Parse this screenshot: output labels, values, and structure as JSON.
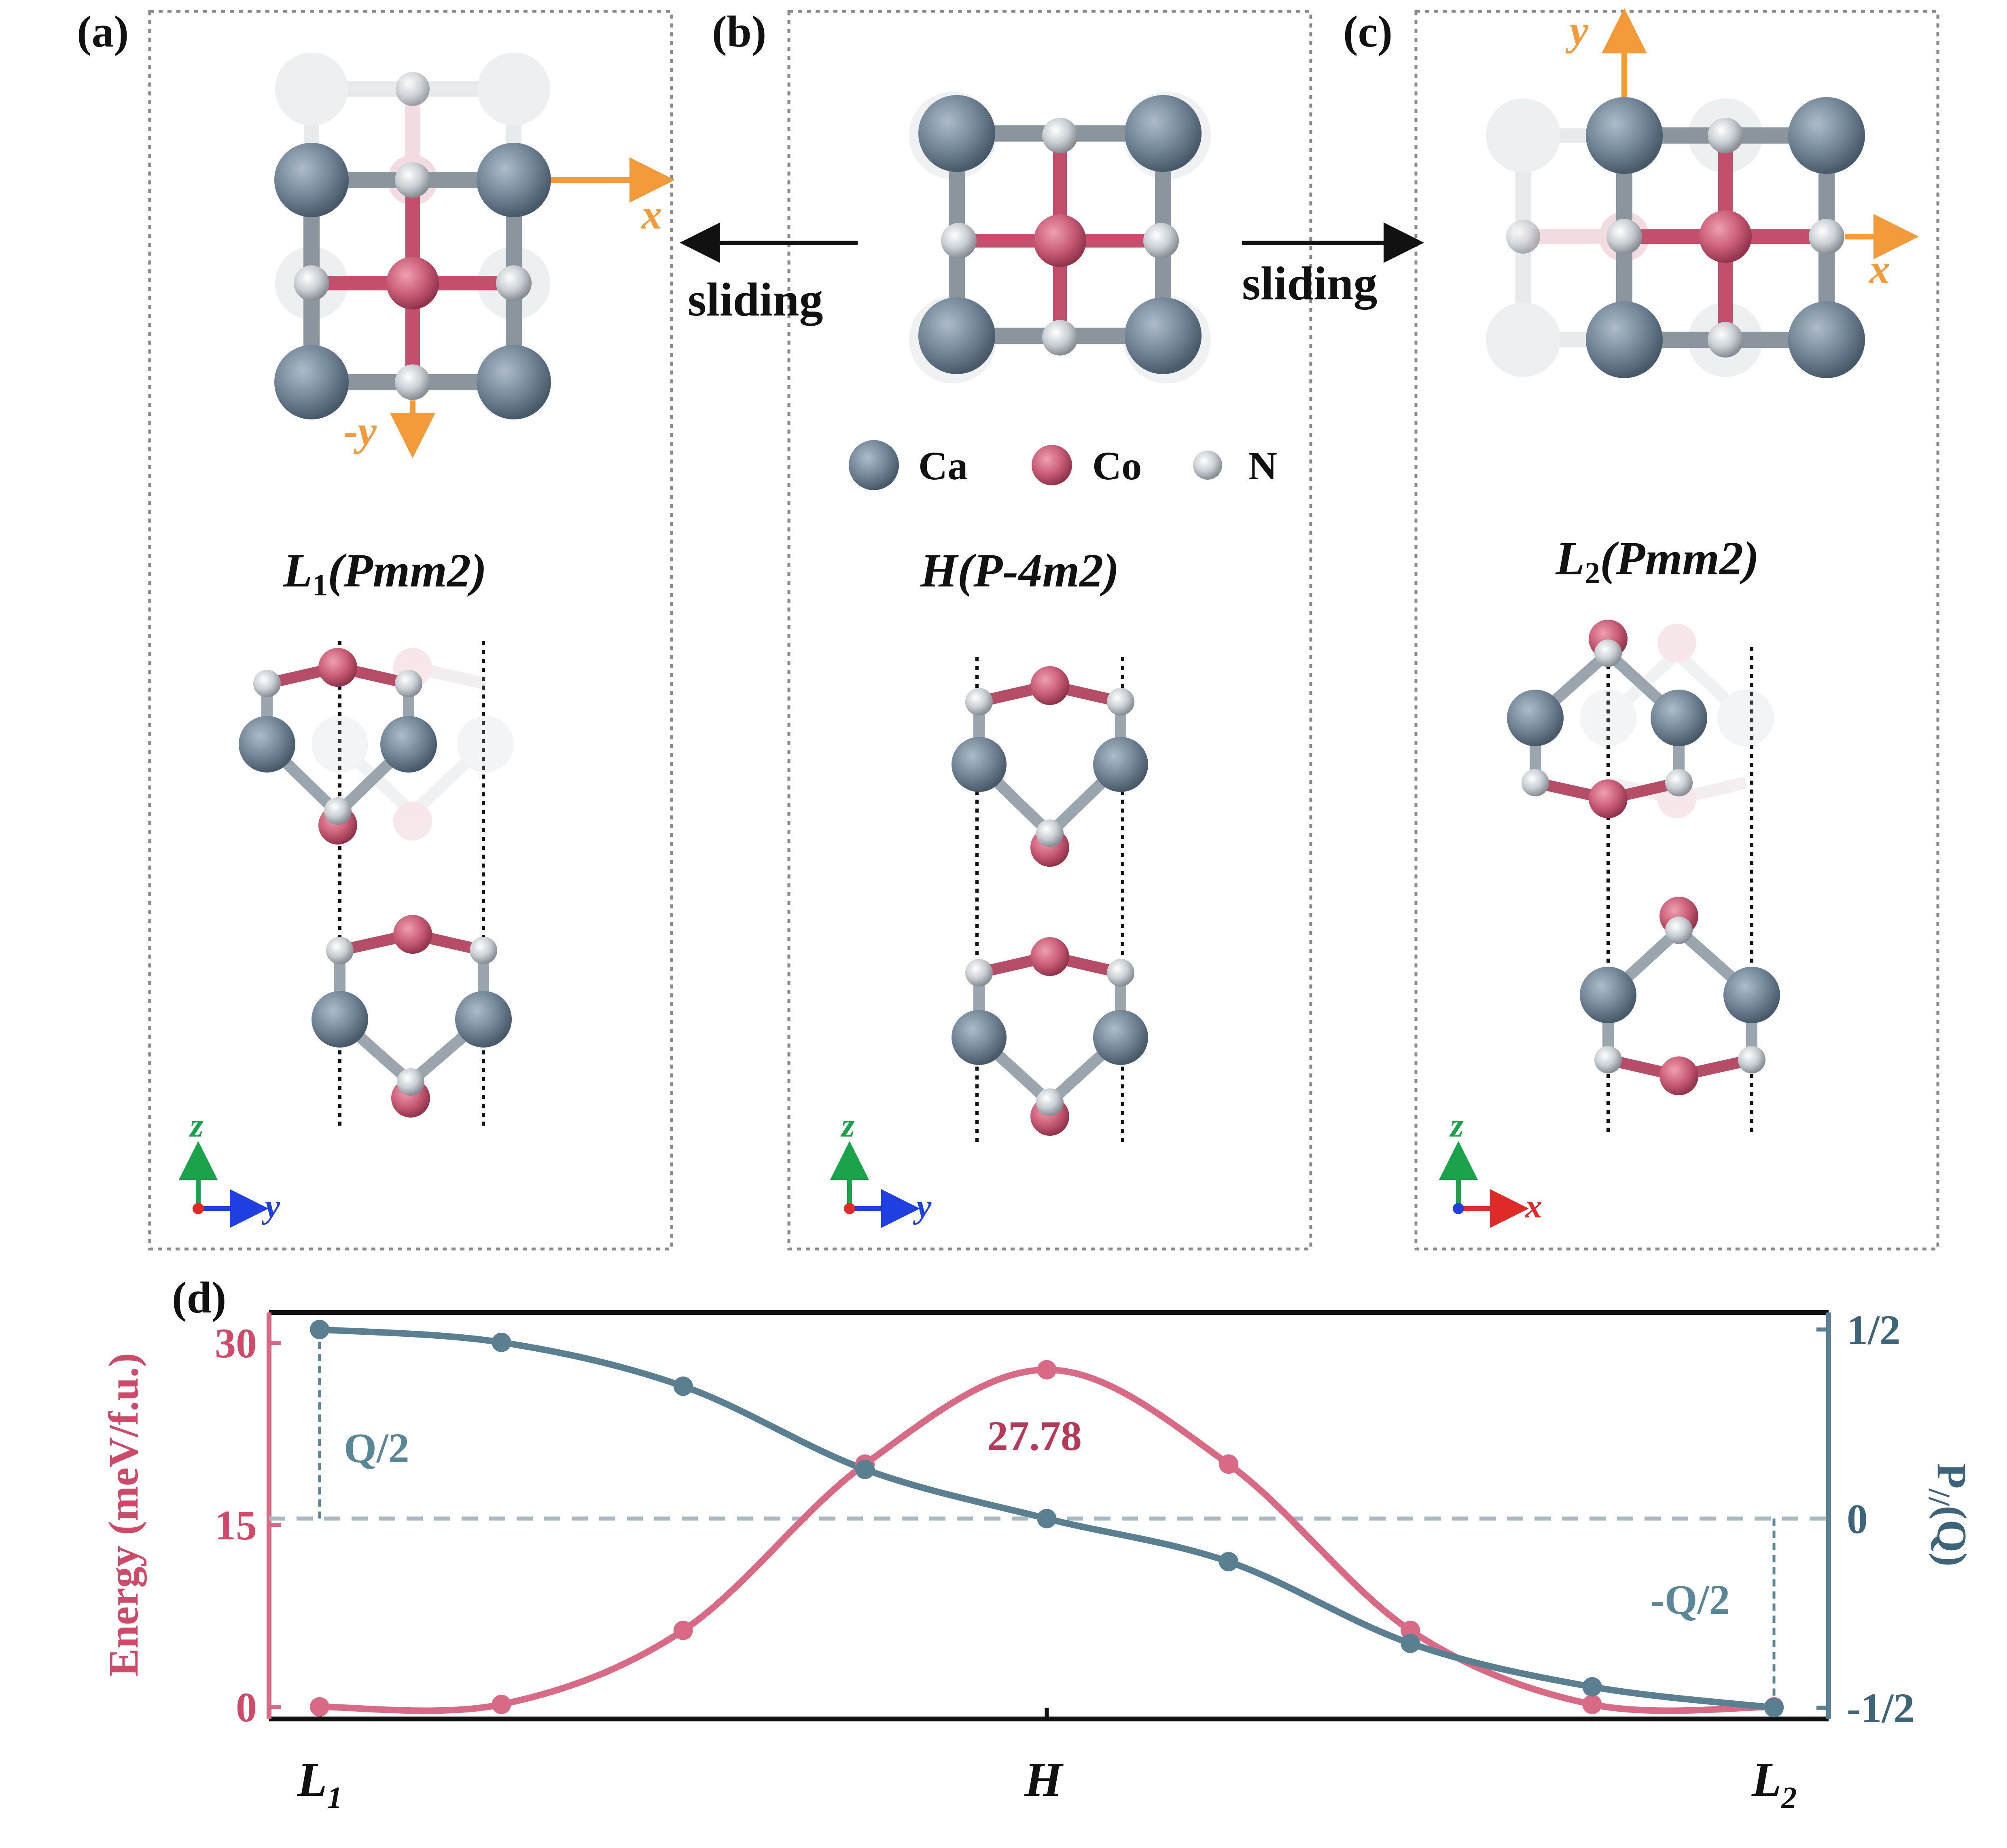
{
  "panels": {
    "a": {
      "label": "(a)",
      "title_main": "L",
      "title_sub": "1",
      "title_rest": "(Pmm2)",
      "axis_x": "x",
      "axis_y": "-y",
      "small_z": "z",
      "small_h": "y"
    },
    "b": {
      "label": "(b)",
      "title": "H(P-4m2)",
      "small_z": "z",
      "small_h": "y"
    },
    "c": {
      "label": "(c)",
      "title_main": "L",
      "title_sub": "2",
      "title_rest": "(Pmm2)",
      "axis_x": "x",
      "axis_y": "y",
      "small_z": "z",
      "small_h": "x"
    },
    "d": {
      "label": "(d)"
    }
  },
  "arrows": {
    "left": "sliding",
    "right": "sliding"
  },
  "legend": [
    {
      "name": "Ca",
      "color": "#7c8f9e"
    },
    {
      "name": "Co",
      "color": "#cf6680"
    },
    {
      "name": "N",
      "color": "#c9cdd0"
    }
  ],
  "colors": {
    "energy": "#d86a86",
    "polarization": "#597f91",
    "ca": "#7c8f9e",
    "co": "#cf6680",
    "n": "#c9cdd0",
    "axis_orange": "#f39a3a"
  },
  "chart_data": {
    "type": "line",
    "x_categories": [
      "L1",
      "",
      "",
      "",
      "H",
      "",
      "",
      "",
      "L2"
    ],
    "x_tick_labels": [
      {
        "main": "L",
        "sub": "1"
      },
      {
        "main": "H",
        "sub": ""
      },
      {
        "main": "L",
        "sub": "2"
      }
    ],
    "left_axis": {
      "label": "Energy (meV/f.u.)",
      "ticks": [
        "0",
        "15",
        "30"
      ],
      "ylim": [
        -1,
        32.5
      ]
    },
    "right_axis": {
      "label": "P//(Q)",
      "ticks": [
        "-1/2",
        "0",
        "1/2"
      ],
      "ylim": [
        -0.53,
        0.545
      ]
    },
    "series": [
      {
        "name": "Energy",
        "axis": "left",
        "values": [
          0.0,
          0.2,
          6.3,
          20.0,
          27.78,
          20.0,
          6.3,
          0.2,
          0.0
        ]
      },
      {
        "name": "P//",
        "axis": "right",
        "values": [
          0.5,
          0.466,
          0.35,
          0.13,
          0.0,
          -0.114,
          -0.33,
          -0.445,
          -0.5
        ]
      }
    ],
    "annotations": [
      "27.78",
      "Q/2",
      "-Q/2"
    ]
  }
}
